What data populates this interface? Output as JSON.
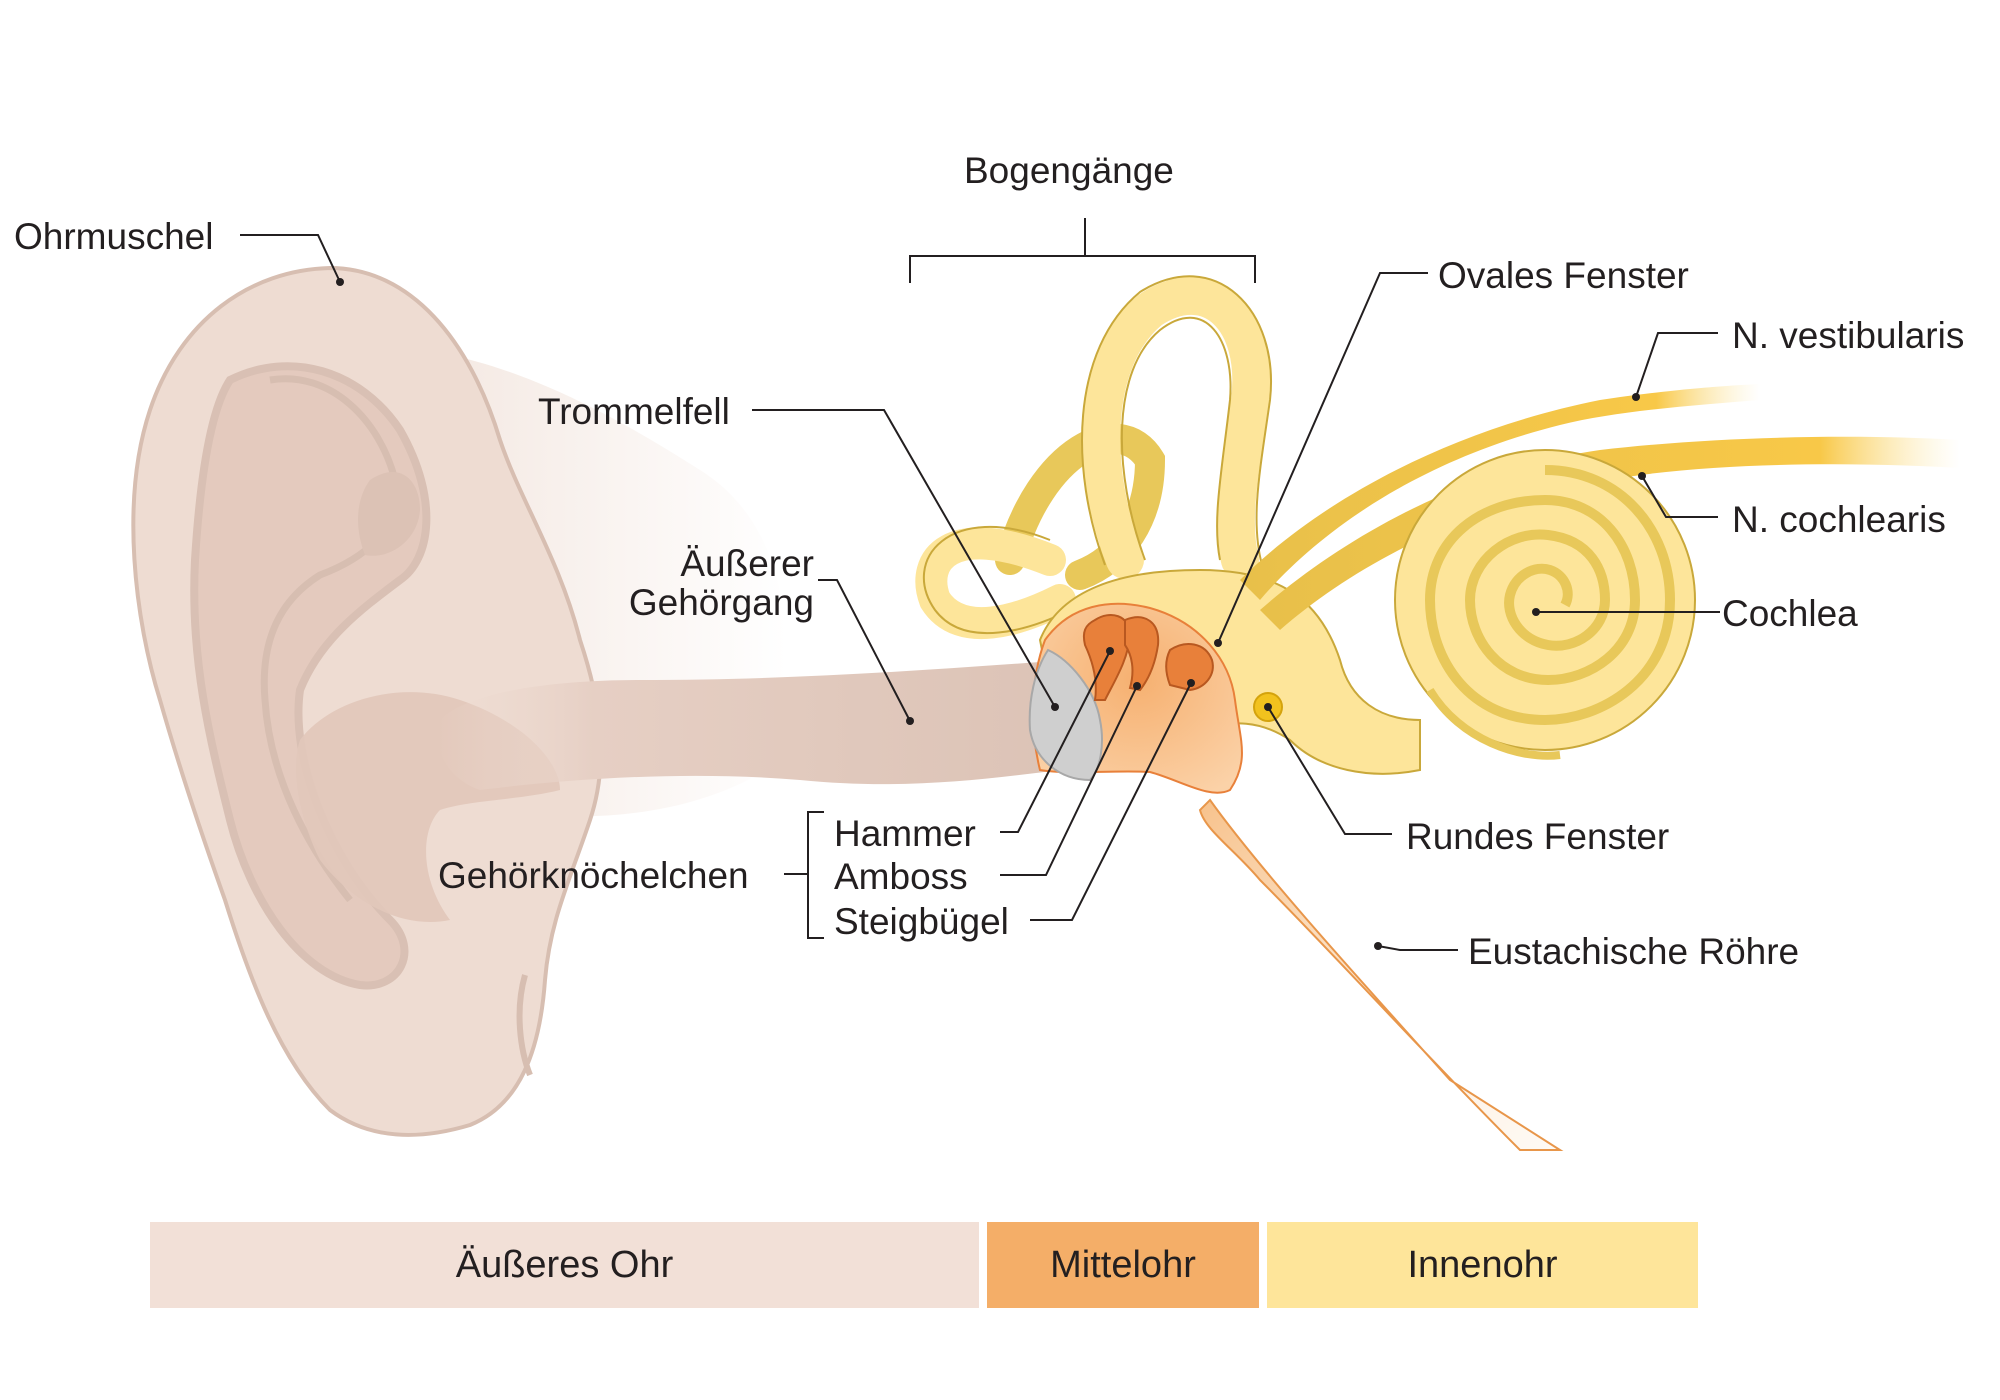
{
  "labels": {
    "ohrmuschel": "Ohrmuschel",
    "bogengaenge": "Bogengänge",
    "ovales_fenster": "Ovales Fenster",
    "n_vestibularis": "N. vestibularis",
    "trommelfell": "Trommelfell",
    "n_cochlearis": "N. cochlearis",
    "aeusserer_gehoergang_line1": "Äußerer",
    "aeusserer_gehoergang_line2": "Gehörgang",
    "cochlea": "Cochlea",
    "hammer": "Hammer",
    "amboss": "Amboss",
    "steigbuegel": "Steigbügel",
    "gehoerknoechelchen": "Gehörknöchelchen",
    "rundes_fenster": "Rundes Fenster",
    "eustachische_roehre": "Eustachische Röhre"
  },
  "regions": {
    "outer": "Äußeres Ohr",
    "middle": "Mittelohr",
    "inner": "Innenohr"
  },
  "colors": {
    "outer_ear": "#eedcd2",
    "outer_ear_dark": "#d9bfb2",
    "middle_ear": "#f4ae68",
    "ossicles": "#e8803a",
    "inner_ear": "#fde59a",
    "inner_ear_dark": "#e8c85a",
    "nerve": "#f5c445",
    "eardrum": "#cfcfcf",
    "band_outer": "#f2e0d7",
    "band_middle": "#f4ae68",
    "band_inner": "#fee59a",
    "line": "#231f20"
  }
}
